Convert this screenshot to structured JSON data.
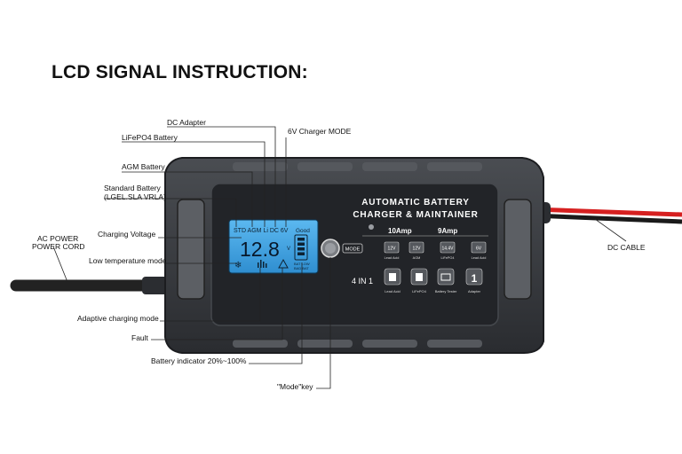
{
  "title": "LCD SIGNAL INSTRUCTION:",
  "labels": {
    "dc_adapter": "DC Adapter",
    "lifepo4": "LiFePO4 Battery",
    "six_v_mode": "6V Charger MODE",
    "agm": "AGM Battery",
    "standard_line1": "Standard Battery",
    "standard_line2": "(LGEL.SLA VRLA)",
    "ac_line1": "AC POWER",
    "ac_line2": "POWER CORD",
    "charging_voltage": "Charging Voltage",
    "low_temp": "Low temperature mode",
    "adaptive": "Adaptive charging mode",
    "fault": "Fault",
    "battery_indicator": "Battery indicator 20%~100%",
    "mode_key": "\"Mode\"key",
    "dc_cable": "DC CABLE"
  },
  "device": {
    "brand_line1": "AUTOMATIC BATTERY",
    "brand_line2": "CHARGER & MAINTAINER",
    "lcd_top": "STD AGM Li DC 6V",
    "lcd_good": "Good",
    "lcd_voltage": "12.8",
    "lcd_units": "V",
    "lcd_bat_low": "BAT LOW",
    "lcd_bad_bat": "BAD BAT",
    "mode_button": "MODE",
    "amp_10": "10Amp",
    "amp_9": "9Amp",
    "modes": [
      {
        "volt": "12V",
        "name": "Lead Acid"
      },
      {
        "volt": "12V",
        "name": "AGM"
      },
      {
        "volt": "14.4V",
        "name": "LiFePO4"
      },
      {
        "volt": "6V",
        "name": "Lead Acid"
      }
    ],
    "four_in_one": "4 IN 1",
    "functions": [
      "Lead Acid",
      "LiFePO4",
      "Battery Tester",
      "Adapter"
    ]
  },
  "colors": {
    "body": "#3a3d42",
    "body_dark": "#25272b",
    "lcd": "#3aa6e6",
    "red_wire": "#d62020",
    "black_wire": "#1a1a1a"
  }
}
